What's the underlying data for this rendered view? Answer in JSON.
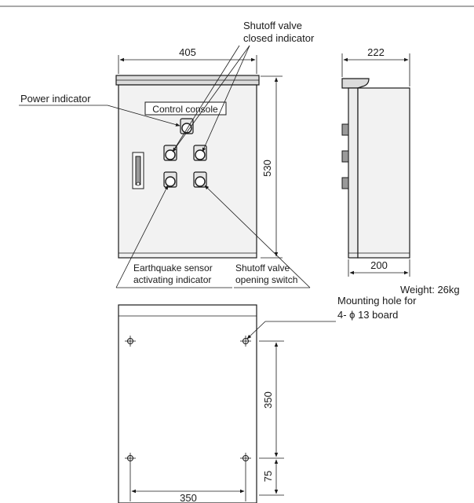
{
  "labels": {
    "shutoff_closed_line1": "Shutoff valve",
    "shutoff_closed_line2": "closed indicator",
    "power_indicator": "Power indicator",
    "control_console": "Control console",
    "earthquake_line1": "Earthquake sensor",
    "earthquake_line2": "activating indicator",
    "opening_switch_line1": "Shutoff valve",
    "opening_switch_line2": "opening switch",
    "weight": "Weight: 26kg",
    "mounting_line1": "Mounting hole for",
    "mounting_line2": "4- ϕ 13 board"
  },
  "dimensions": {
    "front_width": "405",
    "front_height": "530",
    "side_depth_top": "222",
    "side_depth_bottom": "200",
    "hole_pitch_horizontal": "350",
    "hole_pitch_vertical": "350",
    "hole_offset_bottom": "75"
  }
}
